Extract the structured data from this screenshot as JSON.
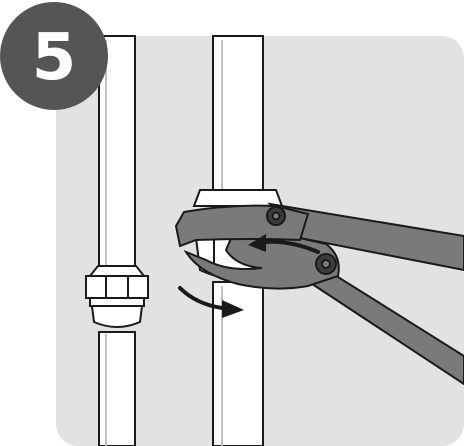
{
  "step": {
    "number": "5"
  },
  "colors": {
    "panel": "#e2e2e2",
    "badge": "#555555",
    "pipe": "#ffffff",
    "outline": "#1a1a1a",
    "tool": "#7a7a7a",
    "tool_dark": "#3c3c3c",
    "arrow": "#1a1a1a"
  },
  "icons": [
    "pipe",
    "compression-nut",
    "adjustable-wrench",
    "rotation-arrow",
    "step-badge"
  ]
}
